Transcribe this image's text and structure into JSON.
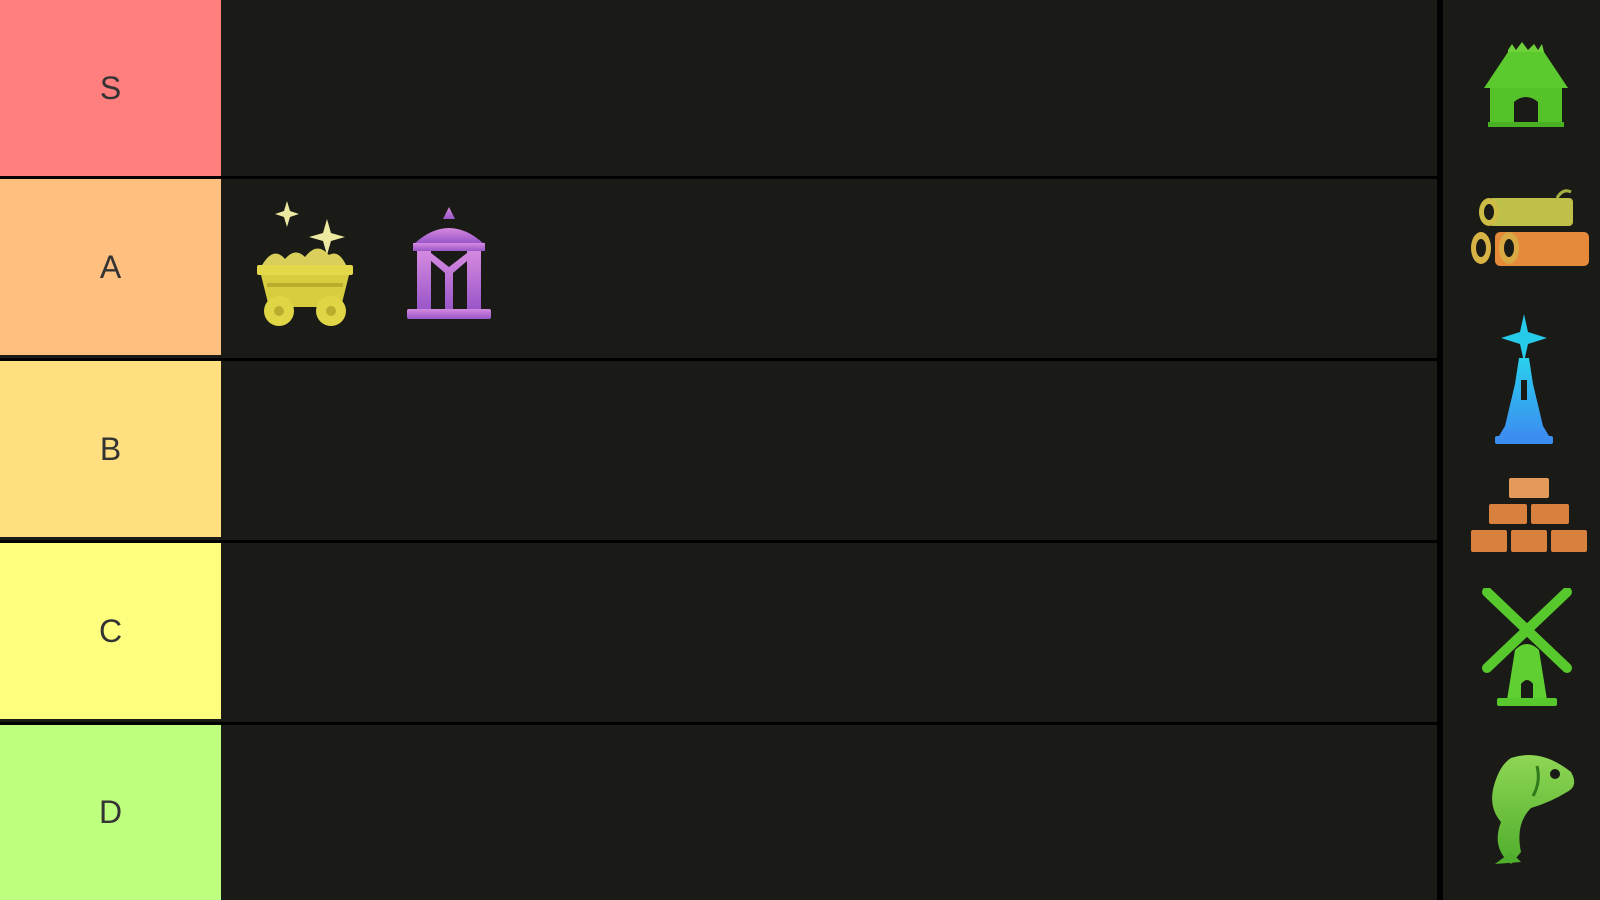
{
  "tiers": [
    {
      "label": "S",
      "color": "#ff7f7f"
    },
    {
      "label": "A",
      "color": "#ffbf7f"
    },
    {
      "label": "B",
      "color": "#ffdf7f"
    },
    {
      "label": "C",
      "color": "#ffff7f"
    },
    {
      "label": "D",
      "color": "#bfff7f"
    }
  ],
  "placed_items": {
    "A": [
      "gold-mine-cart-icon",
      "purple-shrine-icon"
    ]
  },
  "tray_items": [
    "green-house-icon",
    "logs-icon",
    "blue-spire-icon",
    "bricks-icon",
    "windmill-icon",
    "fish-icon"
  ],
  "colors": {
    "board_bg": "#1a1a17",
    "divider": "#000000",
    "label_text": "#333333"
  }
}
